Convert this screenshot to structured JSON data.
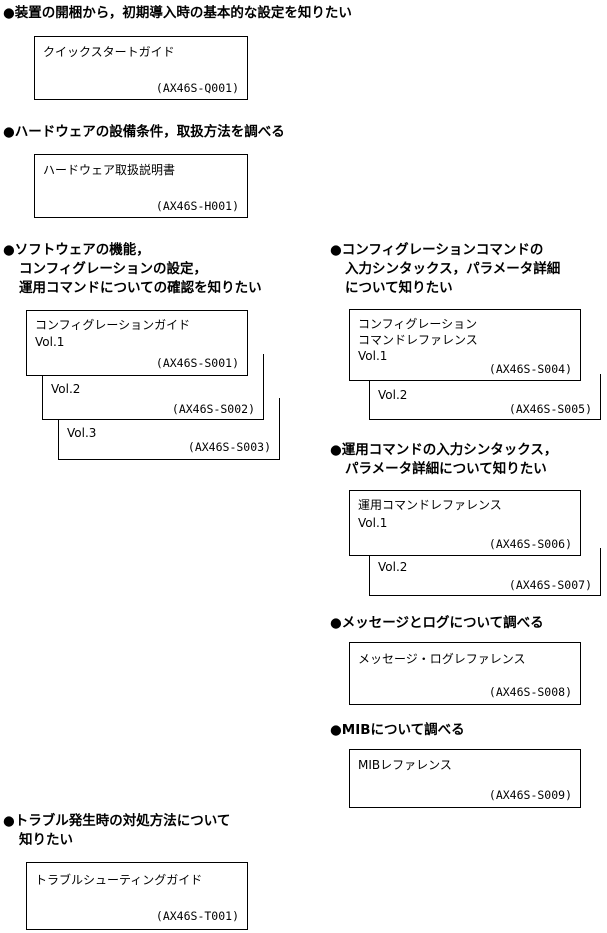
{
  "sections": {
    "s1": {
      "heading": "●装置の開梱から，初期導入時の基本的な設定を知りたい",
      "title": "クイックスタートガイド",
      "code": "(AX46S-Q001)"
    },
    "s2": {
      "heading": "●ハードウェアの設備条件，取扱方法を調べる",
      "title": "ハードウェア取扱説明書",
      "code": "(AX46S-H001)"
    },
    "s3": {
      "heading_lines": [
        "●ソフトウェアの機能，",
        "コンフィグレーションの設定，",
        "運用コマンドについての確認を知りたい"
      ],
      "title": "コンフィグレーションガイド",
      "vol1": "Vol.1",
      "code1": "(AX46S-S001)",
      "vol2": "Vol.2",
      "code2": "(AX46S-S002)",
      "vol3": "Vol.3",
      "code3": "(AX46S-S003)"
    },
    "s4": {
      "heading_lines": [
        "●コンフィグレーションコマンドの",
        "入力シンタックス，パラメータ詳細",
        "について知りたい"
      ],
      "title_lines": [
        "コンフィグレーション",
        "コマンドレファレンス"
      ],
      "vol1": "Vol.1",
      "code1": "(AX46S-S004)",
      "vol2": "Vol.2",
      "code2": "(AX46S-S005)"
    },
    "s5": {
      "heading_lines": [
        "●運用コマンドの入力シンタックス，",
        "パラメータ詳細について知りたい"
      ],
      "title": "運用コマンドレファレンス",
      "vol1": "Vol.1",
      "code1": "(AX46S-S006)",
      "vol2": "Vol.2",
      "code2": "(AX46S-S007)"
    },
    "s6": {
      "heading": "●メッセージとログについて調べる",
      "title": "メッセージ・ログレファレンス",
      "code": "(AX46S-S008)"
    },
    "s7": {
      "heading": "●MIBについて調べる",
      "title": "MIBレファレンス",
      "code": "(AX46S-S009)"
    },
    "s8": {
      "heading_lines": [
        "●トラブル発生時の対処方法について",
        "知りたい"
      ],
      "title": "トラブルシューティングガイド",
      "code": "(AX46S-T001)"
    }
  }
}
